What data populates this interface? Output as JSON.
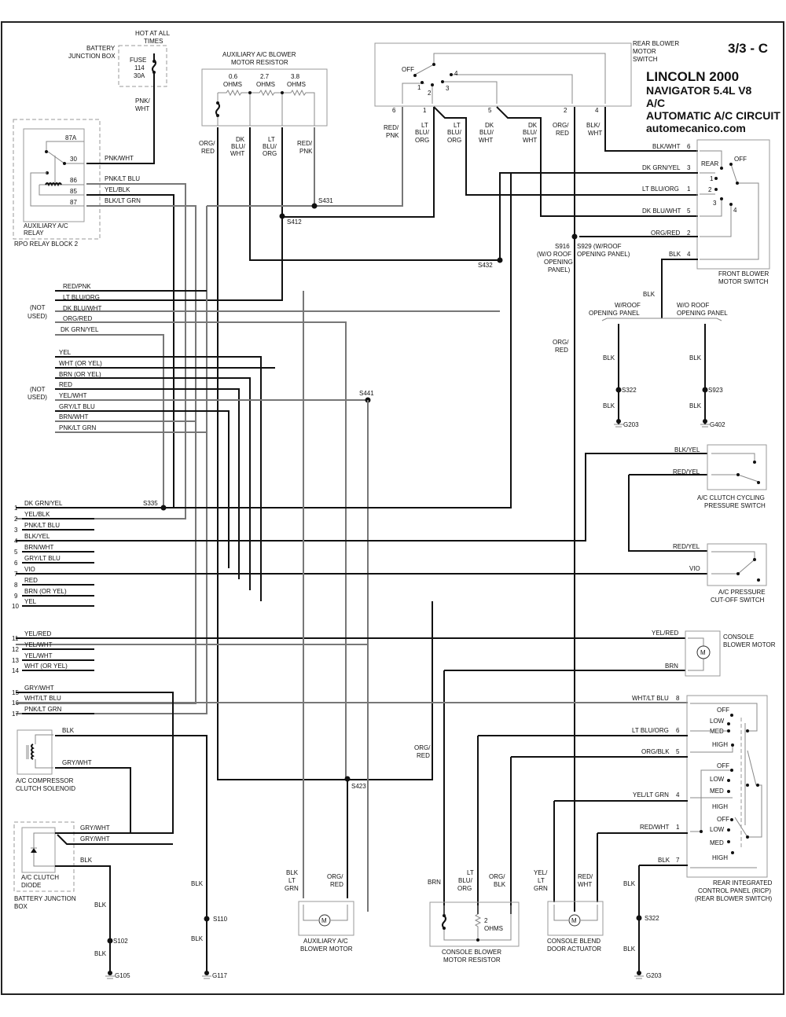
{
  "header": {
    "page_code": "3/3 - C",
    "title_make": "LINCOLN 2000",
    "title_model": "NAVIGATOR  5.4L  V8",
    "title_system": "A/C",
    "title_circuit": "AUTOMATIC A/C CIRCUIT",
    "website": "automecanico.com"
  },
  "battery_junction_box": {
    "hot_label_1": "HOT AT ALL",
    "hot_label_2": "TIMES",
    "label_1": "BATTERY",
    "label_2": "JUNCTION BOX",
    "fuse_1": "FUSE",
    "fuse_2": "114",
    "fuse_3": "30A",
    "wire_1": "PNK/",
    "wire_2": "WHT"
  },
  "aux_relay": {
    "pins": [
      "87A",
      "30",
      "86",
      "85",
      "87"
    ],
    "wires": [
      "PNK/WHT",
      "PNK/LT BLU",
      "YEL/BLK",
      "BLK/LT GRN"
    ],
    "label_1": "AUXILIARY A/C",
    "label_2": "RELAY",
    "block_label": "RPO RELAY BLOCK 2"
  },
  "aux_resistor": {
    "title_1": "AUXILIARY A/C BLOWER",
    "title_2": "MOTOR RESISTOR",
    "r1": "0.6",
    "r2": "2.7",
    "r3": "3.8",
    "ohms": "OHMS",
    "wires": [
      [
        "ORG/",
        "RED"
      ],
      [
        "DK",
        "BLU/",
        "WHT"
      ],
      [
        "LT",
        "BLU/",
        "ORG"
      ],
      [
        "RED/",
        "PNK"
      ]
    ]
  },
  "rear_blower_switch": {
    "title_1": "REAR BLOWER",
    "title_2": "MOTOR",
    "title_3": "SWITCH",
    "off": "OFF",
    "positions": [
      "1",
      "2",
      "3",
      "4"
    ],
    "pins": [
      "6",
      "1",
      "5",
      "2",
      "4"
    ],
    "wires": [
      [
        "RED/",
        "PNK"
      ],
      [
        "LT",
        "BLU/",
        "ORG"
      ],
      [
        "LT",
        "BLU/",
        "ORG"
      ],
      [
        "DK",
        "BLU/",
        "WHT"
      ],
      [
        "DK",
        "BLU/",
        "WHT"
      ],
      [
        "ORG/",
        "RED"
      ],
      [
        "BLK/",
        "WHT"
      ]
    ]
  },
  "front_blower_switch": {
    "rows": [
      {
        "wire": "BLK/WHT",
        "pin": "6"
      },
      {
        "wire": "DK GRN/YEL",
        "pin": "3"
      },
      {
        "wire": "LT BLU/ORG",
        "pin": "1"
      },
      {
        "wire": "DK BLU/WHT",
        "pin": "5"
      },
      {
        "wire": "ORG/RED",
        "pin": "2"
      },
      {
        "wire": "BLK",
        "pin": "4"
      }
    ],
    "rear": "REAR",
    "off": "OFF",
    "positions": [
      "1",
      "2",
      "3",
      "4"
    ],
    "label_1": "FRONT BLOWER",
    "label_2": "MOTOR SWITCH"
  },
  "splices": {
    "s431": "S431",
    "s412": "S412",
    "s432": "S432",
    "s916": "S916",
    "s929_1": "S929 (W/ROOF",
    "s929_2": "OPENING PANEL)",
    "s916_note": [
      "(W/O ROOF",
      "OPENING",
      "PANEL)"
    ],
    "s441": "S441",
    "s335": "S335",
    "s423": "S423",
    "s110": "S110",
    "s102": "S102",
    "s322": "S322",
    "s923": "S923",
    "s322b": "S322"
  },
  "grounds": {
    "g203": "G203",
    "g402": "G402",
    "g105": "G105",
    "g117": "G117",
    "g203b": "G203"
  },
  "roof_branch": {
    "blk": "BLK",
    "with_1": "W/ROOF",
    "with_2": "OPENING PANEL",
    "without_1": "W/O ROOF",
    "without_2": "OPENING PANEL"
  },
  "org_red_label": [
    "ORG/",
    "RED"
  ],
  "not_used": [
    "(NOT",
    "USED)"
  ],
  "unused_group_1": [
    "RED/PNK",
    "LT BLU/ORG",
    "DK BLU/WHT",
    "ORG/RED",
    "DK GRN/YEL"
  ],
  "unused_group_2": [
    "YEL",
    "WHT (OR YEL)",
    "BRN (OR YEL)",
    "RED",
    "YEL/WHT",
    "GRY/LT BLU",
    "BRN/WHT",
    "PNK/LT GRN"
  ],
  "connector_pins": [
    {
      "n": "1",
      "wire": "DK GRN/YEL"
    },
    {
      "n": "2",
      "wire": "YEL/BLK"
    },
    {
      "n": "3",
      "wire": "PNK/LT BLU"
    },
    {
      "n": "4",
      "wire": "BLK/YEL"
    },
    {
      "n": "5",
      "wire": "BRN/WHT"
    },
    {
      "n": "6",
      "wire": "GRY/LT BLU"
    },
    {
      "n": "7",
      "wire": "VIO"
    },
    {
      "n": "8",
      "wire": "RED"
    },
    {
      "n": "9",
      "wire": "BRN (OR YEL)"
    },
    {
      "n": "10",
      "wire": "YEL"
    },
    {
      "n": "11",
      "wire": "YEL/RED"
    },
    {
      "n": "12",
      "wire": "YEL/WHT"
    },
    {
      "n": "13",
      "wire": "YEL/WHT"
    },
    {
      "n": "14",
      "wire": "WHT (OR YEL)"
    },
    {
      "n": "15",
      "wire": "GRY/WHT"
    },
    {
      "n": "16",
      "wire": "WHT/LT BLU"
    },
    {
      "n": "17",
      "wire": "PNK/LT GRN"
    }
  ],
  "clutch_cycling_switch": {
    "wire_1": "BLK/YEL",
    "wire_2": "RED/YEL",
    "label_1": "A/C CLUTCH CYCLING",
    "label_2": "PRESSURE SWITCH"
  },
  "pressure_cutoff_switch": {
    "wire_1": "RED/YEL",
    "wire_2": "VIO",
    "label_1": "A/C PRESSURE",
    "label_2": "CUT-OFF SWITCH"
  },
  "console_blower_motor": {
    "wire_1": "YEL/RED",
    "wire_2": "BRN",
    "label_1": "CONSOLE",
    "label_2": "BLOWER MOTOR",
    "motor": "M"
  },
  "ricp": {
    "rows": [
      {
        "wire": "WHT/LT BLU",
        "pin": "8"
      },
      {
        "wire": "LT BLU/ORG",
        "pin": "6"
      },
      {
        "wire": "ORG/BLK",
        "pin": "5"
      },
      {
        "wire": "YEL/LT GRN",
        "pin": "4"
      },
      {
        "wire": "RED/WHT",
        "pin": "1"
      },
      {
        "wire": "BLK",
        "pin": "7"
      }
    ],
    "switch_labels": [
      "OFF",
      "LOW",
      "MED",
      "HIGH"
    ],
    "label_1": "REAR INTEGRATED",
    "label_2": "CONTROL PANEL (RICP)",
    "label_3": "(REAR BLOWER SWITCH)"
  },
  "compressor_clutch": {
    "wire_1": "BLK",
    "wire_2": "GRY/WHT",
    "label_1": "A/C COMPRESSOR",
    "label_2": "CLUTCH SOLENOID"
  },
  "clutch_diode": {
    "wire_1": "GRY/WHT",
    "wire_2": "GRY/WHT",
    "wire_3": "BLK",
    "label_1": "A/C CLUTCH",
    "label_2": "DIODE",
    "box_1": "BATTERY JUNCTION",
    "box_2": "BOX"
  },
  "blk": "BLK",
  "aux_blower_motor": {
    "wire_1": [
      "BLK",
      "LT",
      "GRN"
    ],
    "wire_2": [
      "ORG/",
      "RED"
    ],
    "label_1": "AUXILIARY A/C",
    "label_2": "BLOWER MOTOR",
    "motor": "M"
  },
  "console_resistor": {
    "wire_1": "BRN",
    "wire_2": [
      "LT",
      "BLU/",
      "ORG"
    ],
    "wire_3": [
      "ORG/",
      "BLK"
    ],
    "r": "2",
    "ohms": "OHMS",
    "label_1": "CONSOLE BLOWER",
    "label_2": "MOTOR RESISTOR"
  },
  "blend_actuator": {
    "wire_1": [
      "YEL/",
      "LT",
      "GRN"
    ],
    "wire_2": [
      "RED/",
      "WHT"
    ],
    "label_1": "CONSOLE BLEND",
    "label_2": "DOOR ACTUATOR",
    "motor": "M"
  },
  "org_red_s423": [
    "ORG/",
    "RED"
  ]
}
